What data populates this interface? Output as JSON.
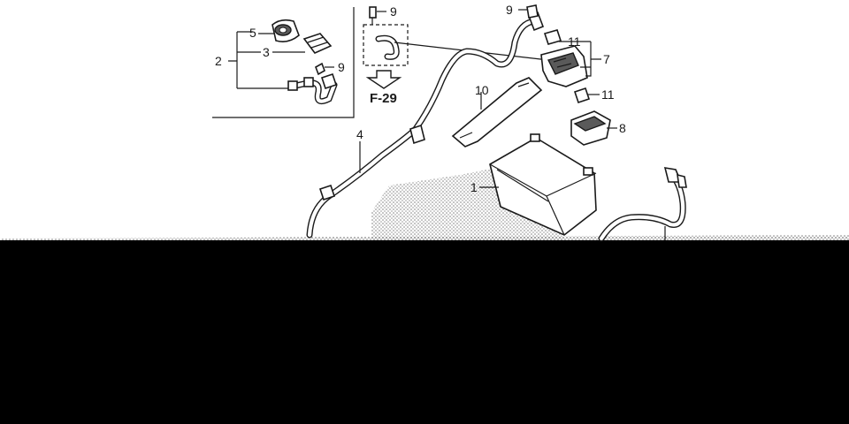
{
  "diagram": {
    "callouts": [
      {
        "id": "battery",
        "label": "1"
      },
      {
        "id": "cable-set",
        "label": "2"
      },
      {
        "id": "cable-cover",
        "label": "3"
      },
      {
        "id": "main-cable",
        "label": "4"
      },
      {
        "id": "terminal-cover",
        "label": "5"
      },
      {
        "id": "relay-switch",
        "label": "7"
      },
      {
        "id": "relay-case",
        "label": "8"
      },
      {
        "id": "bolt-inset",
        "label": "9"
      },
      {
        "id": "bolt-top",
        "label": "9"
      },
      {
        "id": "bolt-right",
        "label": "9"
      },
      {
        "id": "battery-band",
        "label": "10"
      },
      {
        "id": "fuse-upper",
        "label": "11"
      },
      {
        "id": "fuse-lower",
        "label": "11"
      }
    ],
    "reference": {
      "arrow_label": "F-29"
    }
  },
  "colors": {
    "background": "#ffffff",
    "ink": "#1a1a1a",
    "lower_band": "#000000"
  }
}
